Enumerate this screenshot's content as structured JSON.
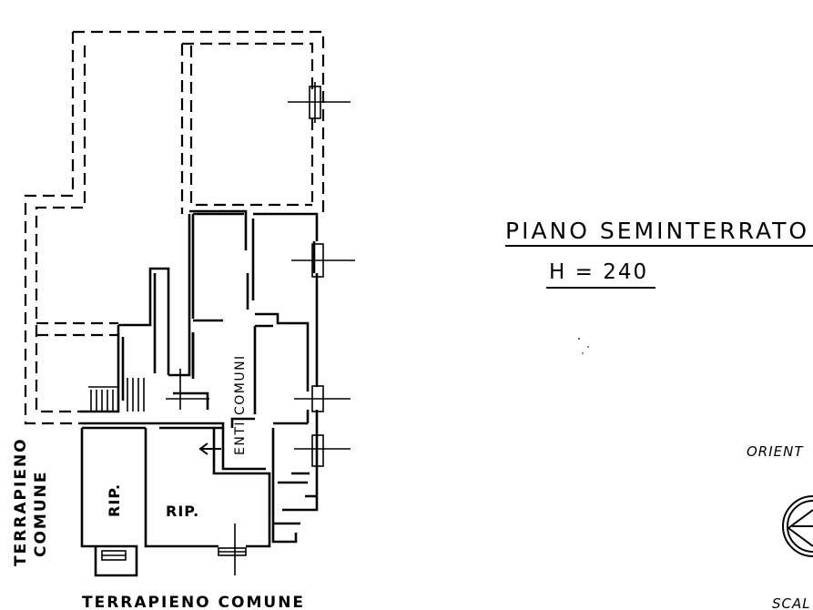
{
  "floor_plan": {
    "title": "PIANO SEMINTERRATO",
    "height_label": "H = 240",
    "rooms": {
      "rip_small": "RIP.",
      "rip_large": "RIP.",
      "common_areas": "ENTI COMUNI"
    },
    "surroundings": {
      "bottom": "TERRAPIENO COMUNE",
      "left_line1": "TERRAPIENO",
      "left_line2": "COMUNE"
    },
    "orientation_label": "ORIENT",
    "scale_label": "SCAL"
  },
  "colors": {
    "ink": "#000000",
    "paper": "#ffffff"
  }
}
